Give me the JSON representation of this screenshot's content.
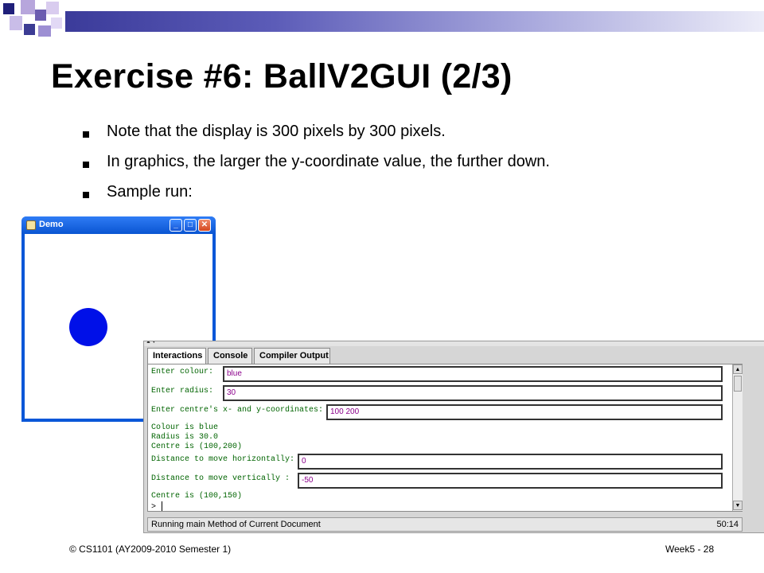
{
  "slide": {
    "title": "Exercise #6: BallV2GUI (2/3)",
    "bullets": [
      "Note that the display is 300 pixels by 300 pixels.",
      "In graphics, the larger the y-coordinate value, the further down.",
      "Sample run:"
    ],
    "footer_left": "© CS1101 (AY2009-2010 Semester 1)",
    "footer_right": "Week5 - 28"
  },
  "demo_window": {
    "title": "Demo",
    "minimize_glyph": "_",
    "maximize_glyph": "□",
    "close_glyph": "✕",
    "ball_color": "#0010e8"
  },
  "drjava": {
    "tabs": [
      "Interactions",
      "Console",
      "Compiler Output"
    ],
    "active_tab": "Interactions",
    "prompts": {
      "colour": "Enter colour:",
      "radius": "Enter radius:",
      "centre": "Enter centre's x- and y-coordinates:",
      "horiz": "Distance to move horizontally:",
      "vert": "Distance to move vertically  :"
    },
    "inputs": {
      "colour": "blue",
      "radius": "30",
      "centre": "100 200",
      "horiz": "0",
      "vert": "-50"
    },
    "output_lines": [
      "Colour is blue",
      "Radius is 30.0",
      "Centre is (100,200)"
    ],
    "final_line": "Centre is (100,150)",
    "prompt_symbol": ">",
    "status_text": "Running main Method of Current Document",
    "cursor_position": "50:14"
  },
  "colors": {
    "accent_bar_start": "#3b3b9a",
    "output_text": "#006400",
    "input_text": "#8b008b"
  }
}
